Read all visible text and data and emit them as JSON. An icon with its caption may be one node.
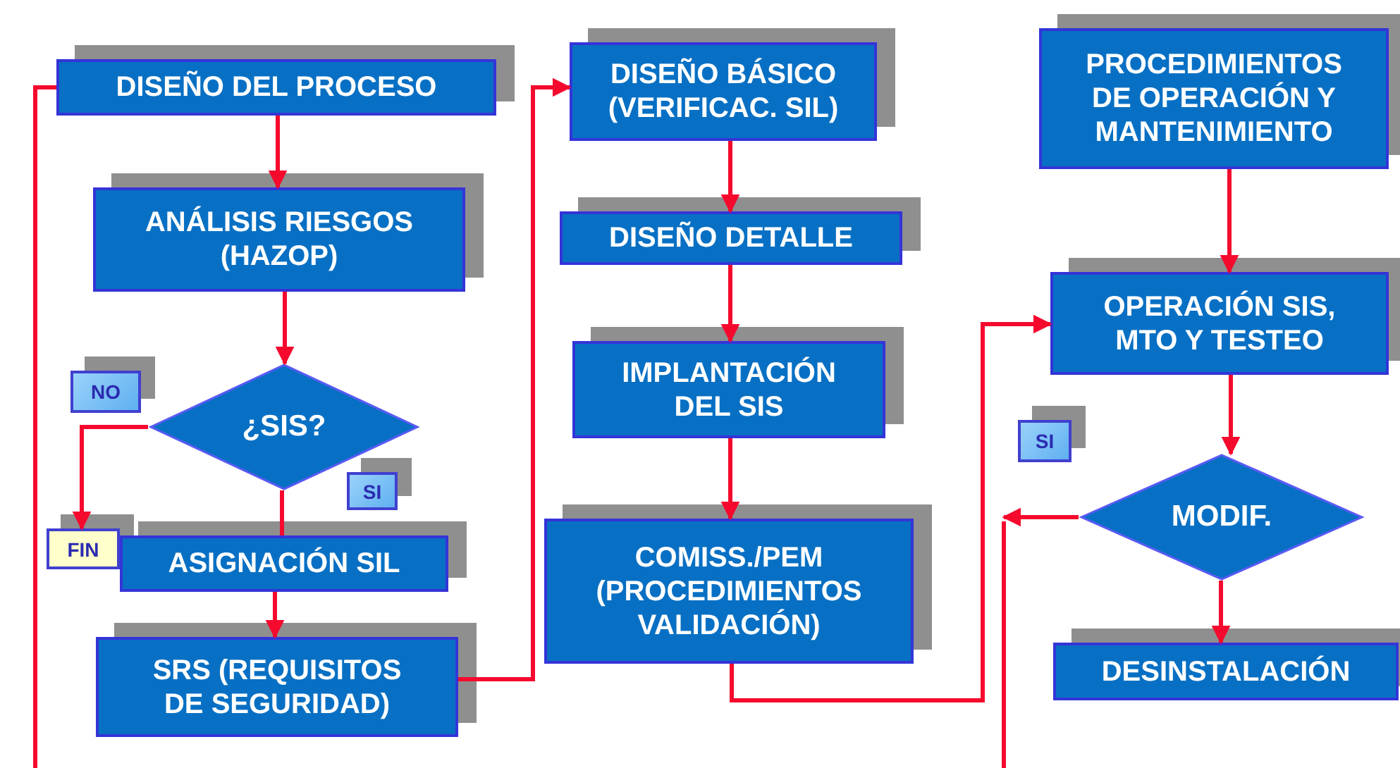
{
  "diagram": {
    "nodes": [
      {
        "text": [
          "DISEÑO DEL PROCESO"
        ]
      },
      {
        "text": [
          "ANÁLISIS RIESGOS (HAZOP)"
        ]
      },
      {
        "text": [
          "¿SIS?"
        ]
      },
      {
        "text": [
          "NO"
        ]
      },
      {
        "text": [
          "SI"
        ]
      },
      {
        "text": [
          "FIN"
        ]
      },
      {
        "text": [
          "ASIGNACIÓN SIL"
        ]
      },
      {
        "text": [
          "SRS (REQUISITOS DE SEGURIDAD)"
        ]
      },
      {
        "text": [
          "DISEÑO BÁSICO (VERIFICAC. SIL)"
        ]
      },
      {
        "text": [
          "DISEÑO DETALLE"
        ]
      },
      {
        "text": [
          "IMPLANTACIÓN DEL SIS"
        ]
      },
      {
        "text": [
          "COMISS./PEM (PROCEDIMIENTOS VALIDACIÓN)"
        ]
      },
      {
        "text": [
          "PROCEDIMIENTOS DE OPERACIÓN Y MANTENIMIENTO"
        ]
      },
      {
        "text": [
          "OPERACIÓN SIS, MTO Y TESTEO"
        ]
      },
      {
        "text": [
          "SI"
        ]
      },
      {
        "text": [
          "MODIF."
        ]
      },
      {
        "text": [
          "DESINSTALACIÓN"
        ]
      }
    ],
    "edges": [
      {
        "from": 0,
        "to": 1,
        "arrow": "to"
      },
      {
        "from": 1,
        "to": 2,
        "arrow": "to"
      },
      {
        "from": 2,
        "to": 5,
        "arrow": "to"
      },
      {
        "from": 2,
        "to": 6,
        "arrow": "none"
      },
      {
        "from": 6,
        "to": 7,
        "arrow": "to"
      },
      {
        "from": 7,
        "to": 8,
        "arrow": "to"
      },
      {
        "from": 8,
        "to": 9,
        "arrow": "to"
      },
      {
        "from": 9,
        "to": 10,
        "arrow": "to"
      },
      {
        "from": 10,
        "to": 11,
        "arrow": "to"
      },
      {
        "from": 11,
        "to": 13,
        "arrow": "to"
      },
      {
        "from": 12,
        "to": 13,
        "arrow": "to"
      },
      {
        "from": 13,
        "to": 15,
        "arrow": "to"
      },
      {
        "from": 15,
        "to": 16,
        "arrow": "to"
      },
      {
        "from": 15,
        "to": null,
        "arrow": "to"
      },
      {
        "from": null,
        "to": 0,
        "arrow": "none"
      }
    ]
  }
}
